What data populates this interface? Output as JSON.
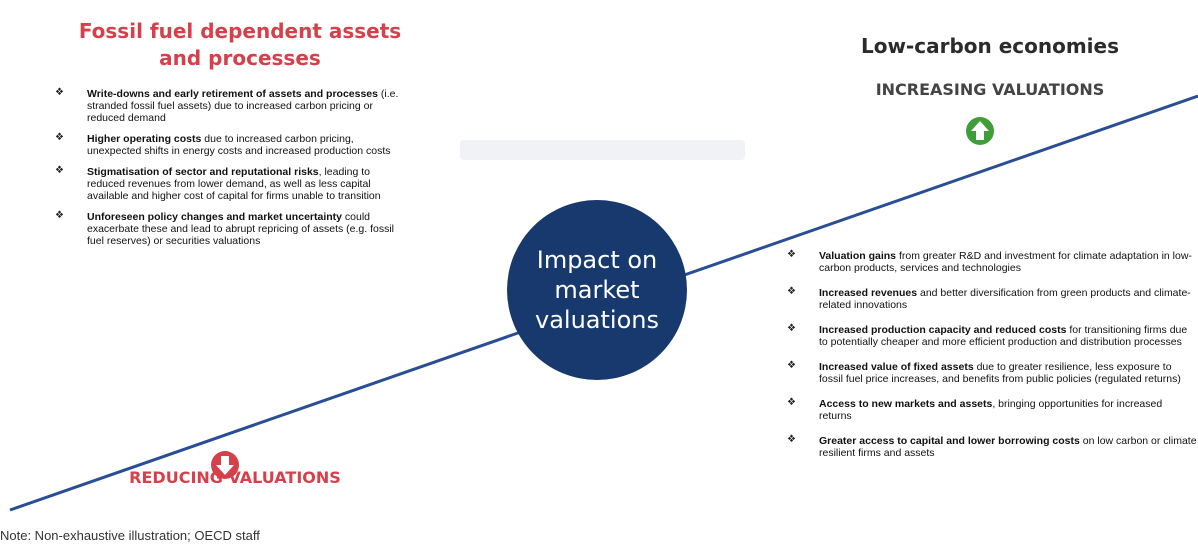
{
  "left": {
    "title_line1": "Fossil fuel dependent assets",
    "title_line2": "and processes",
    "subtitle": "REDUCING VALUATIONS",
    "arrow_color": "#d5404a",
    "items": [
      {
        "bold": "Write-downs and early retirement of assets and processes",
        "rest": " (i.e. stranded fossil fuel assets) due to increased carbon pricing or reduced demand"
      },
      {
        "bold": "Higher operating costs",
        "rest": " due to increased carbon pricing, unexpected shifts in energy costs and increased production costs"
      },
      {
        "bold": "Stigmatisation of sector and reputational risks",
        "rest": ", leading to reduced revenues from lower demand, as well as less capital available and higher cost of capital for firms unable to transition"
      },
      {
        "bold": "Unforeseen policy changes and market uncertainty",
        "rest": " could exacerbate these and lead to abrupt repricing of assets (e.g. fossil fuel reserves) or securities valuations"
      }
    ]
  },
  "right": {
    "title": "Low-carbon economies",
    "subtitle": "INCREASING VALUATIONS",
    "arrow_color": "#3f9e3a",
    "items": [
      {
        "bold": "Valuation gains",
        "rest": " from greater R&D and investment for climate adaptation in low-carbon products, services and technologies"
      },
      {
        "bold": "Increased revenues",
        "rest": " and better diversification from green products and climate-related innovations"
      },
      {
        "bold": "Increased production capacity and reduced costs",
        "rest": " for transitioning firms due to potentially cheaper and more efficient production and distribution processes"
      },
      {
        "bold": "Increased value of fixed assets",
        "rest": " due to greater resilience, less exposure to fossil fuel price increases, and benefits from public policies (regulated returns)"
      },
      {
        "bold": "Access to new markets and assets",
        "rest": ", bringing opportunities for increased returns"
      },
      {
        "bold": "Greater access to capital and lower borrowing costs",
        "rest": " on low carbon or climate resilient firms and assets"
      }
    ]
  },
  "center": {
    "line1": "Impact on",
    "line2": "market",
    "line3": "valuations",
    "color": "#17396d"
  },
  "diagonal_color": "#2a4e95",
  "note": "Note: Non-exhaustive illustration; OECD staff"
}
